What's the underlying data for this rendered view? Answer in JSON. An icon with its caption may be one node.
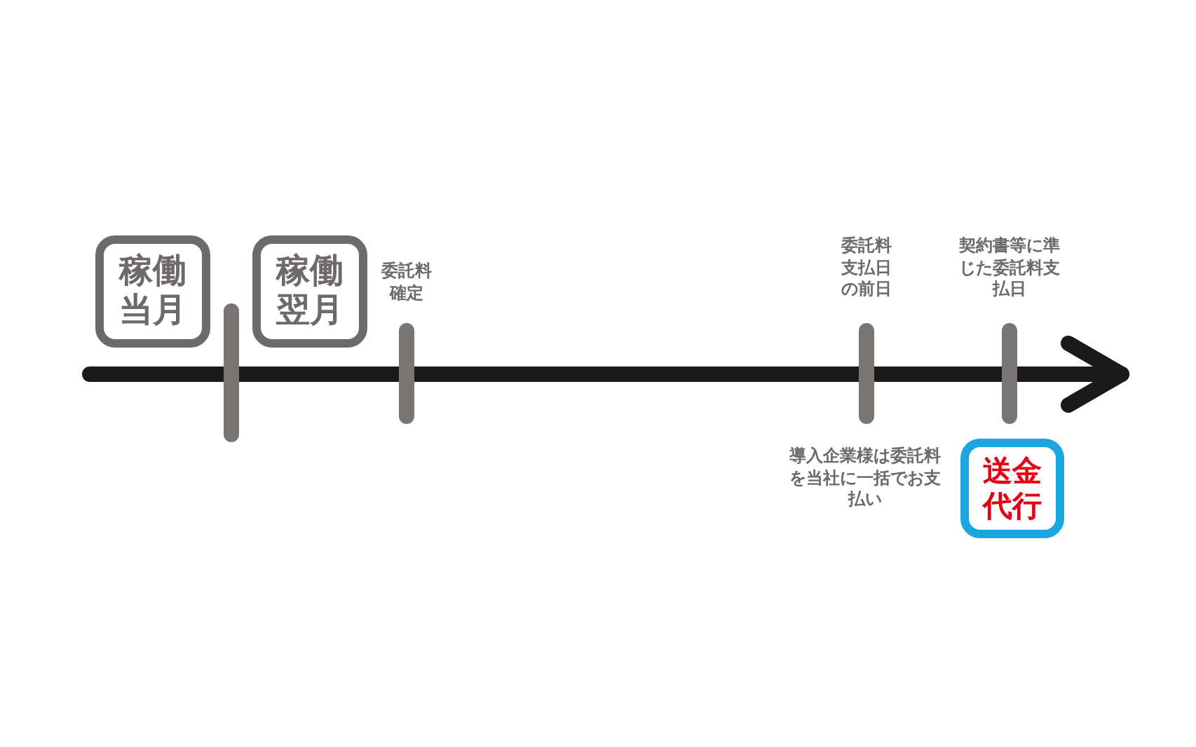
{
  "diagram": {
    "nodes": [
      {
        "text": [
          "稼働当月"
        ]
      },
      {
        "text": [
          "稼働翌月"
        ]
      },
      {
        "text": [
          "送金代行"
        ]
      }
    ],
    "labels": [
      "委託料確定",
      "委託料支払日の前日",
      "契約書等に準じた委託料支払日",
      "導入企業様は委託料を当社に一括でお支払い"
    ]
  }
}
